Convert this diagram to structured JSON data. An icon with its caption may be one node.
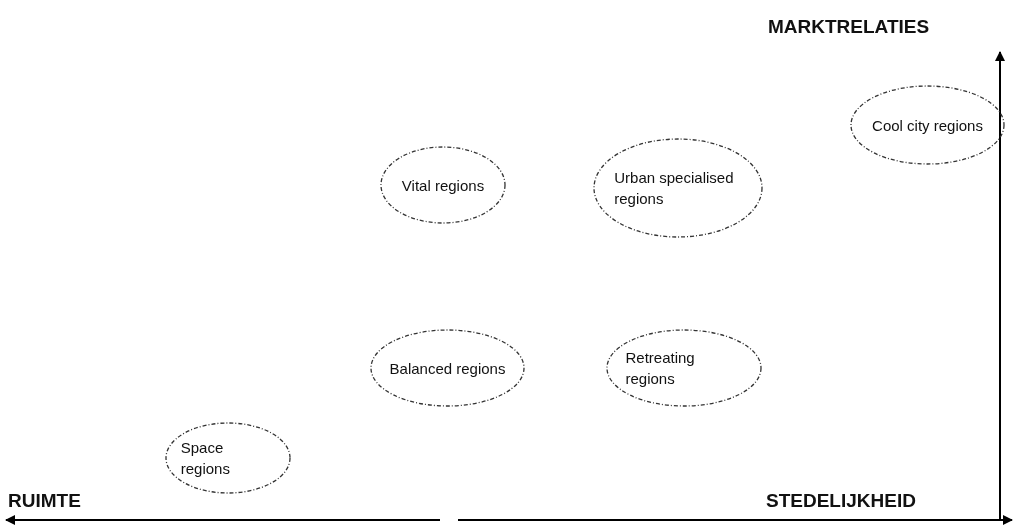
{
  "diagram": {
    "nodes": [
      {
        "text": [
          "Cool city regions"
        ]
      },
      {
        "text": [
          "Vital regions"
        ]
      },
      {
        "text": [
          "Urban specialised regions"
        ]
      },
      {
        "text": [
          "Balanced regions"
        ]
      },
      {
        "text": [
          "Retreating regions"
        ]
      },
      {
        "text": [
          "Space regions"
        ]
      }
    ],
    "edges": [],
    "labels": [
      "MARKTRELATIES",
      "RUIMTE",
      "STEDELIJKHEID"
    ]
  }
}
